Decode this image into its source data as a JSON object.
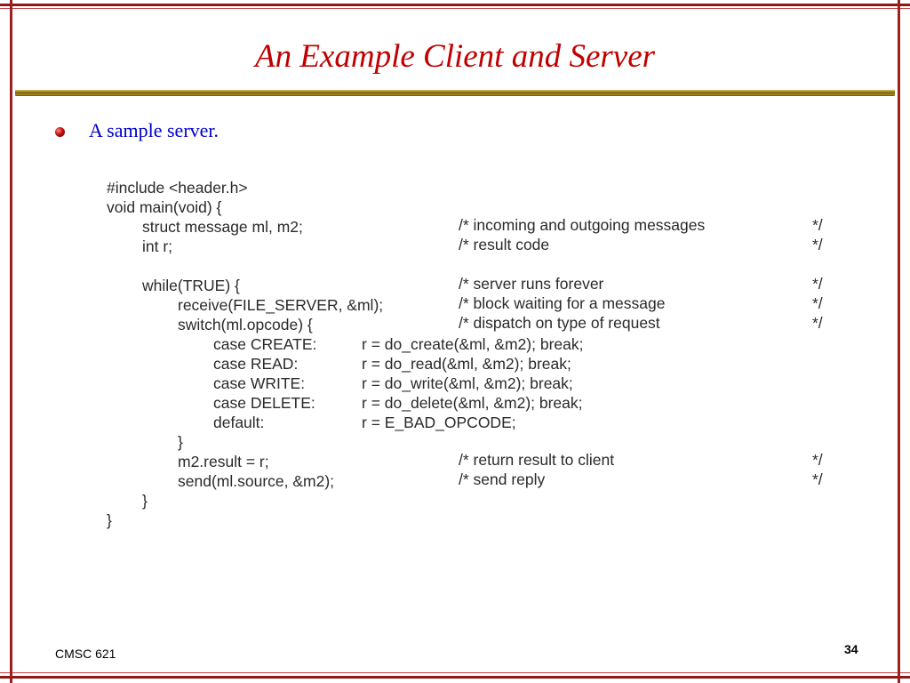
{
  "slide": {
    "title": "An Example Client and Server",
    "bullet": "A sample server.",
    "footer_left": "CMSC 621",
    "page_number": "34"
  },
  "code": {
    "l01": "#include <header.h>",
    "l02": "void main(void) {",
    "l03a": "struct message ml, m2;",
    "l03c": "/* incoming and outgoing messages",
    "l03e": "*/",
    "l04a": "int r;",
    "l04c": "/* result code",
    "l04e": "*/",
    "l05a": "while(TRUE) {",
    "l05c": "/* server runs forever",
    "l05e": "*/",
    "l06a": "receive(FILE_SERVER, &ml);",
    "l06c": "/* block waiting for a message",
    "l06e": "*/",
    "l07a": "switch(ml.opcode) {",
    "l07c": "/* dispatch on type of request",
    "l07e": "*/",
    "l08a": "case CREATE:",
    "l08b": "r = do_create(&ml, &m2); break;",
    "l09a": "case READ:",
    "l09b": "r = do_read(&ml, &m2); break;",
    "l10a": "case WRITE:",
    "l10b": "r = do_write(&ml, &m2); break;",
    "l11a": "case DELETE:",
    "l11b": "r = do_delete(&ml, &m2); break;",
    "l12a": "default:",
    "l12b": "r = E_BAD_OPCODE;",
    "l13": "}",
    "l14a": "m2.result = r;",
    "l14c": "/* return result to client",
    "l14e": "*/",
    "l15a": "send(ml.source, &m2);",
    "l15c": "/* send reply",
    "l15e": "*/",
    "l16": "}",
    "l17": "}"
  },
  "colors": {
    "title": "#c00000",
    "bullet_text": "#0000cc",
    "frame": "#8b1a1a",
    "rule": "#8a7020"
  }
}
